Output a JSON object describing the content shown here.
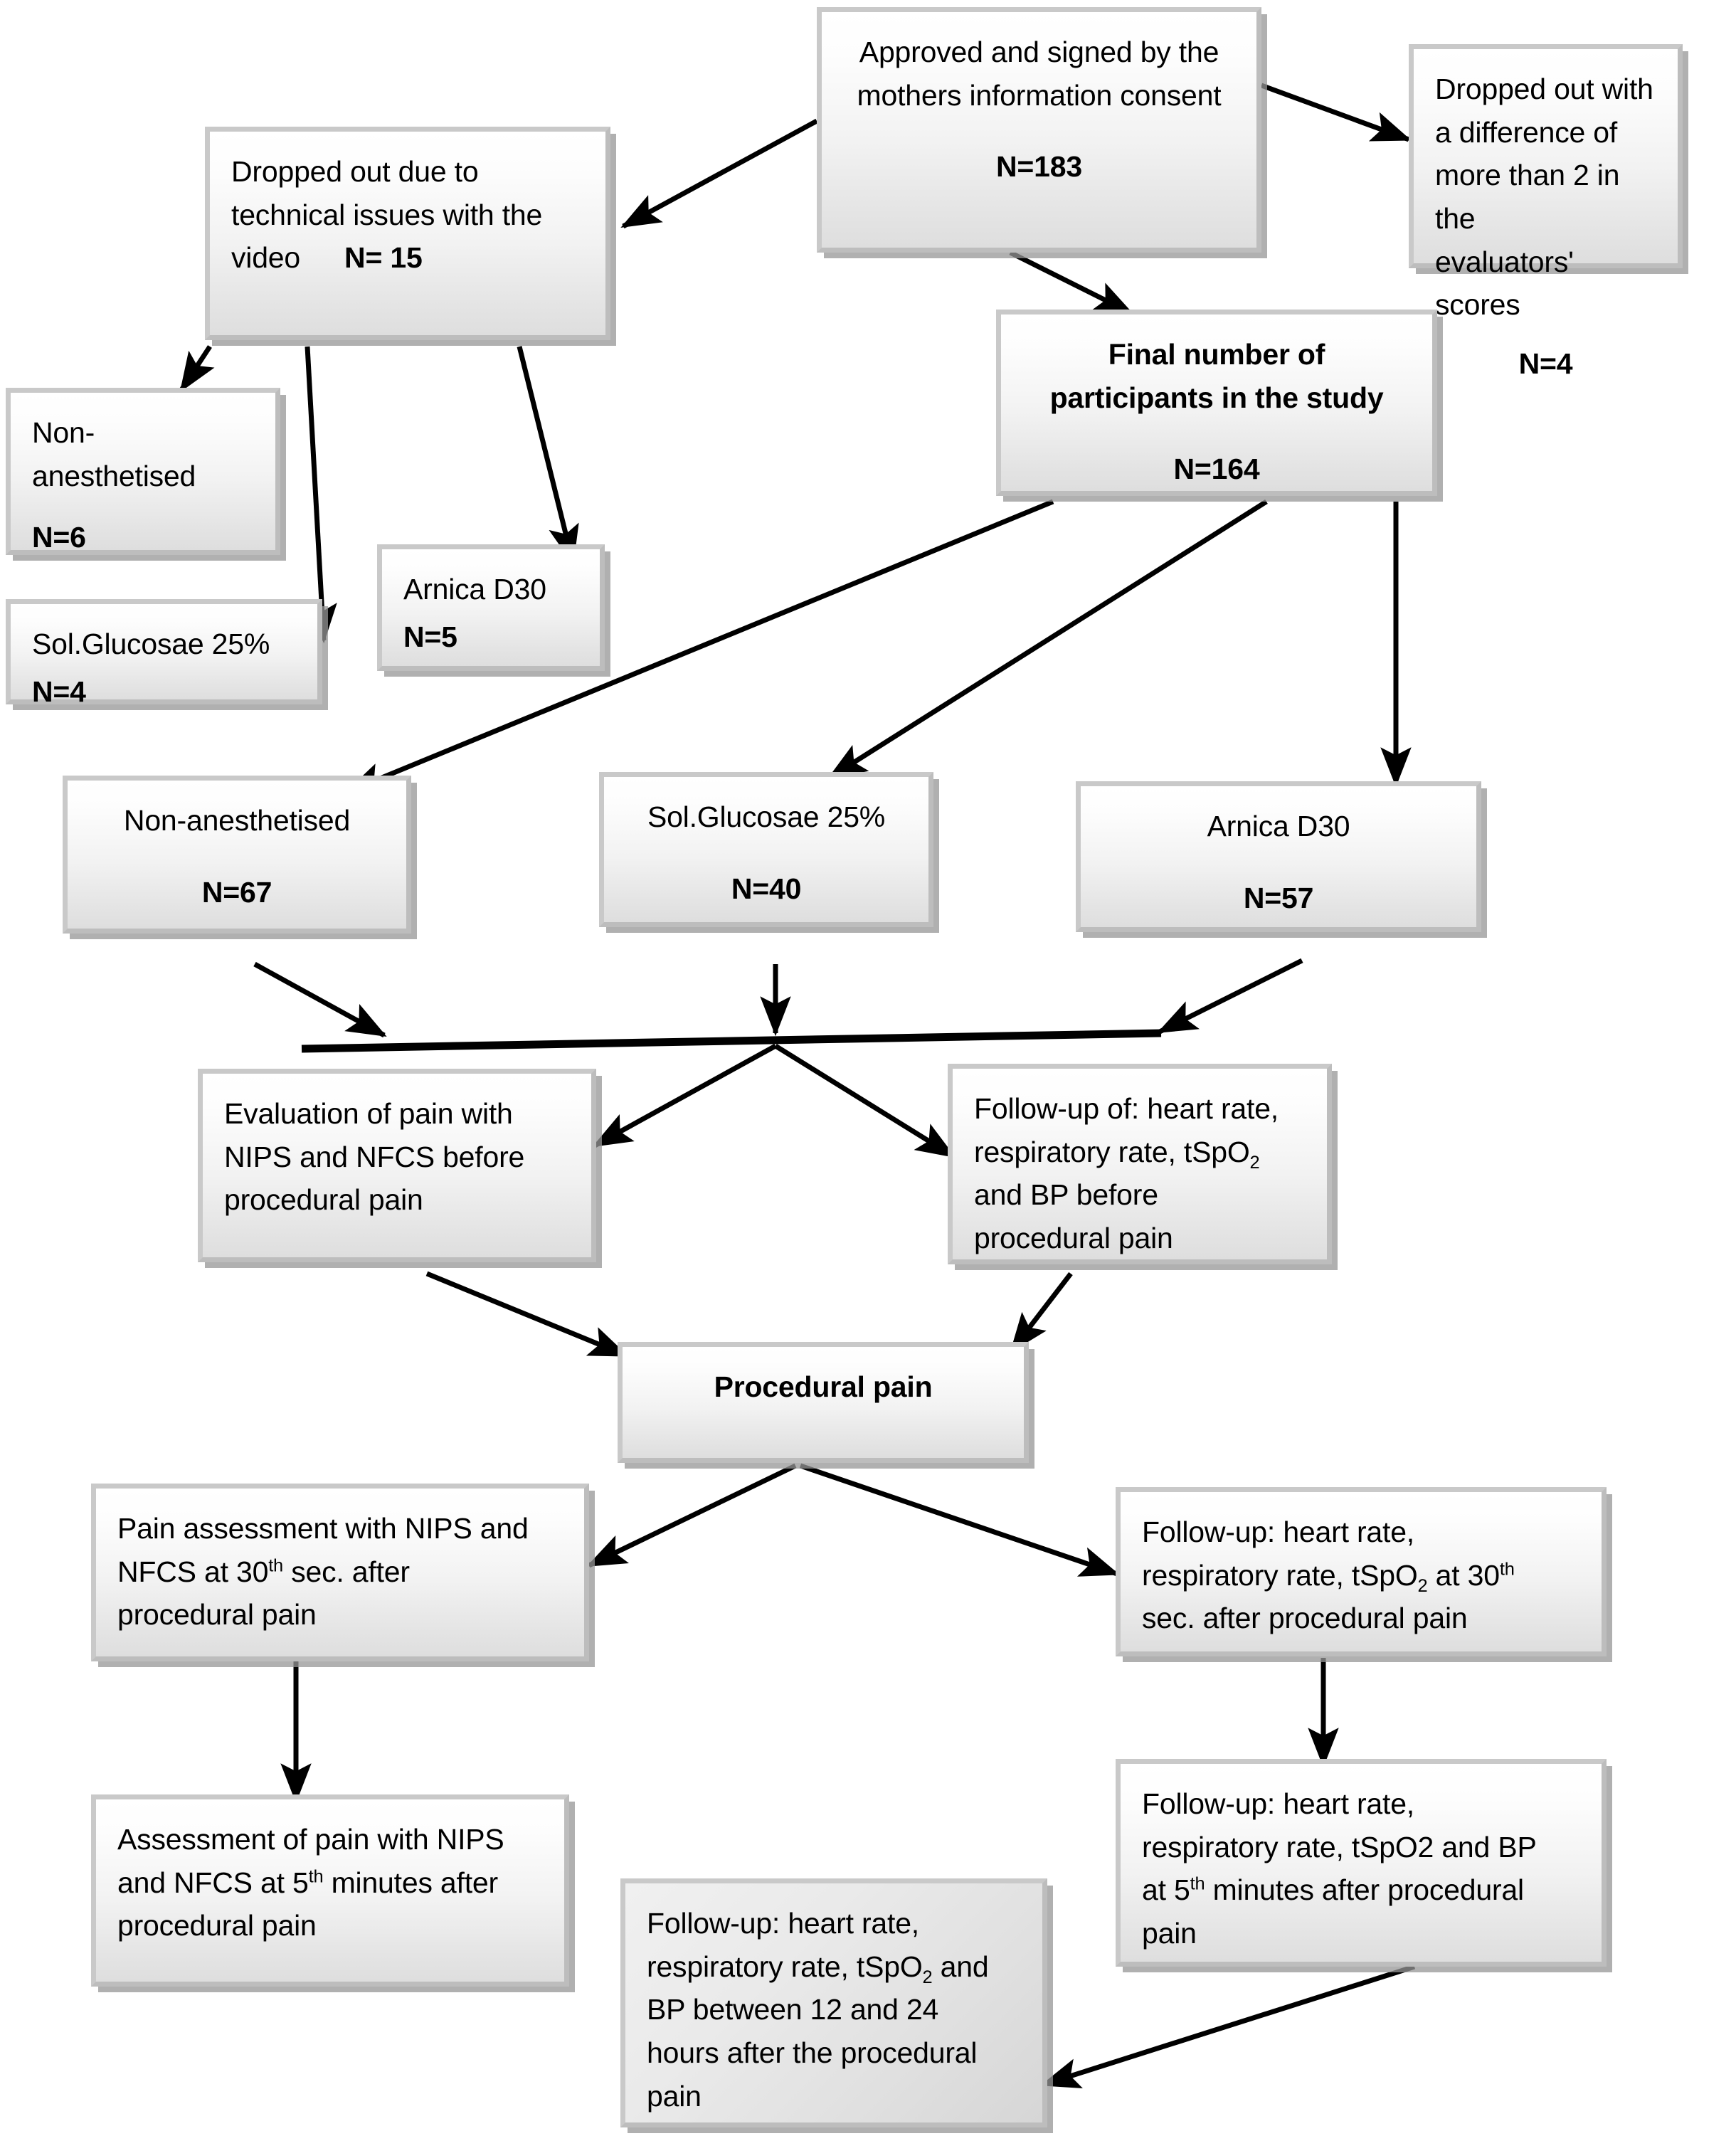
{
  "diagram": {
    "title": "Study participant flow diagram",
    "box_fill_top": "#ffffff",
    "box_fill_bottom": "#dedede",
    "box_border": "#c9c9c9",
    "arrow_color": "#000000"
  },
  "nodes": {
    "consent": {
      "line1": "Approved and signed by the",
      "line2": "mothers information consent",
      "count": "N=183"
    },
    "dropped_score": {
      "line1": "Dropped out with",
      "line2": "a difference of",
      "line3": "more than 2 in the",
      "line4": "evaluators' scores",
      "count": "N=4"
    },
    "dropped_technical": {
      "line1": "Dropped out due to",
      "line2": "technical issues with the",
      "line3": "video",
      "count": "N= 15"
    },
    "dropout_non_anesthetised": {
      "line1": "Non-",
      "line2": "anesthetised",
      "count": "N=6"
    },
    "dropout_glucose": {
      "line1": "Sol.Glucosae 25%",
      "count": "N=4"
    },
    "dropout_arnica": {
      "line1": "Arnica D30",
      "count": "N=5"
    },
    "final_number": {
      "line1": "Final number of",
      "line2": "participants in the study",
      "count": "N=164"
    },
    "group_non_anesthetised": {
      "label": "Non-anesthetised",
      "count": "N=67"
    },
    "group_glucose": {
      "label": "Sol.Glucosae 25%",
      "count": "N=40"
    },
    "group_arnica": {
      "label": "Arnica D30",
      "count": "N=57"
    },
    "eval_before": {
      "line1": "Evaluation of pain with",
      "line2": "NIPS and NFCS before",
      "line3": "procedural pain"
    },
    "followup_before": {
      "line1": "Follow-up of: heart rate,",
      "line2_a": "respiratory rate, tSpO",
      "line2_sub": "2",
      "line3": "and BP before",
      "line4": "procedural pain"
    },
    "procedural_pain": {
      "label": "Procedural pain"
    },
    "pain_30sec": {
      "line1": "Pain assessment with NIPS and",
      "line2_a": "NFCS at 30",
      "line2_sup": "th",
      "line2_b": " sec. after",
      "line3": "procedural pain"
    },
    "followup_30sec": {
      "line1": "Follow-up: heart rate,",
      "line2_a": "respiratory rate, tSpO",
      "line2_sub": "2",
      "line2_b": " at 30",
      "line2_sup": "th",
      "line3": "sec. after procedural pain"
    },
    "pain_5min": {
      "line1": "Assessment of pain with NIPS",
      "line2_a": "and NFCS at 5",
      "line2_sup": "th",
      "line2_b": " minutes after",
      "line3": "procedural pain"
    },
    "followup_5min": {
      "line1": "Follow-up: heart rate,",
      "line2": "respiratory rate, tSpO2 and BP",
      "line3_a": "at 5",
      "line3_sup": "th",
      "line3_b": " minutes after procedural",
      "line4": "pain"
    },
    "followup_12_24h": {
      "line1": "Follow-up: heart rate,",
      "line2_a": "respiratory rate, tSpO",
      "line2_sub": "2",
      "line2_b": " and",
      "line3": "BP between 12 and 24",
      "line4": "hours after the procedural",
      "line5": "pain"
    }
  }
}
